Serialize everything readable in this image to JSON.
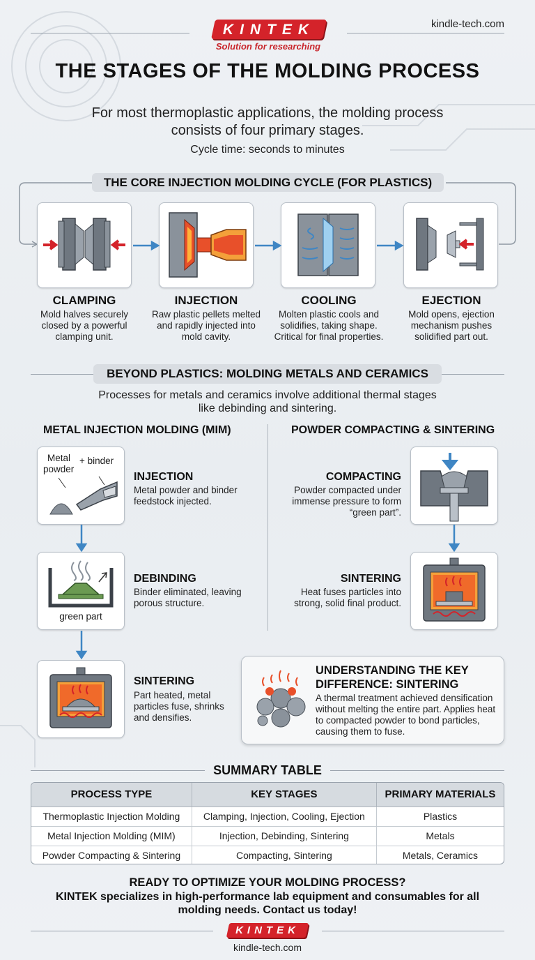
{
  "header": {
    "logo": "KINTEK",
    "tagline": "Solution for researching",
    "site": "kindle-tech.com"
  },
  "title": "THE STAGES OF THE MOLDING PROCESS",
  "intro": "For most thermoplastic applications, the molding process consists of four primary stages.",
  "cycle_time": "Cycle time: seconds to minutes",
  "core_cycle": {
    "heading": "THE CORE INJECTION MOLDING CYCLE (FOR PLASTICS)",
    "stages": [
      {
        "title": "CLAMPING",
        "desc": "Mold halves securely closed by a powerful clamping unit."
      },
      {
        "title": "INJECTION",
        "desc": "Raw plastic pellets melted and rapidly injected into mold cavity."
      },
      {
        "title": "COOLING",
        "desc": "Molten plastic cools and solidifies, taking shape. Critical for final properties."
      },
      {
        "title": "EJECTION",
        "desc": "Mold opens, ejection mechanism pushes solidified part out."
      }
    ]
  },
  "beyond": {
    "heading": "BEYOND PLASTICS: MOLDING METALS AND CERAMICS",
    "desc": "Processes for metals and ceramics involve additional thermal stages like debinding and sintering."
  },
  "mim": {
    "heading": "METAL INJECTION MOLDING (MIM)",
    "labels": {
      "metal": "Metal",
      "powder": "powder",
      "binder": "+ binder",
      "green_part": "green part"
    },
    "steps": [
      {
        "title": "INJECTION",
        "desc": "Metal powder and binder feedstock injected."
      },
      {
        "title": "DEBINDING",
        "desc": "Binder eliminated, leaving porous structure."
      },
      {
        "title": "SINTERING",
        "desc": "Part heated, metal particles fuse, shrinks and densifies."
      }
    ]
  },
  "pcs": {
    "heading": "POWDER COMPACTING & SINTERING",
    "steps": [
      {
        "title": "COMPACTING",
        "desc": "Powder compacted under immense pressure to form “green part”."
      },
      {
        "title": "SINTERING",
        "desc": "Heat fuses particles into strong, solid final product."
      }
    ]
  },
  "key_difference": {
    "title": "UNDERSTANDING THE KEY DIFFERENCE: SINTERING",
    "desc": "A thermal treatment achieved densification without melting the entire part. Applies heat to compacted powder to bond particles, causing them to fuse."
  },
  "summary": {
    "heading": "SUMMARY TABLE",
    "columns": [
      "PROCESS TYPE",
      "KEY STAGES",
      "PRIMARY MATERIALS"
    ],
    "rows": [
      [
        "Thermoplastic Injection Molding",
        "Clamping, Injection, Cooling, Ejection",
        "Plastics"
      ],
      [
        "Metal Injection Molding (MIM)",
        "Injection, Debinding, Sintering",
        "Metals"
      ],
      [
        "Powder Compacting & Sintering",
        "Compacting, Sintering",
        "Metals, Ceramics"
      ]
    ]
  },
  "cta": {
    "title": "READY TO OPTIMIZE YOUR MOLDING PROCESS?",
    "text": "KINTEK specializes in high-performance lab equipment and consumables for all molding needs. Contact us today!"
  },
  "footer": {
    "logo": "KINTEK",
    "site": "kindle-tech.com"
  },
  "colors": {
    "brand_red": "#d4232a",
    "arrow_blue": "#3f86c4",
    "heading_pill": "#d9dde2"
  }
}
